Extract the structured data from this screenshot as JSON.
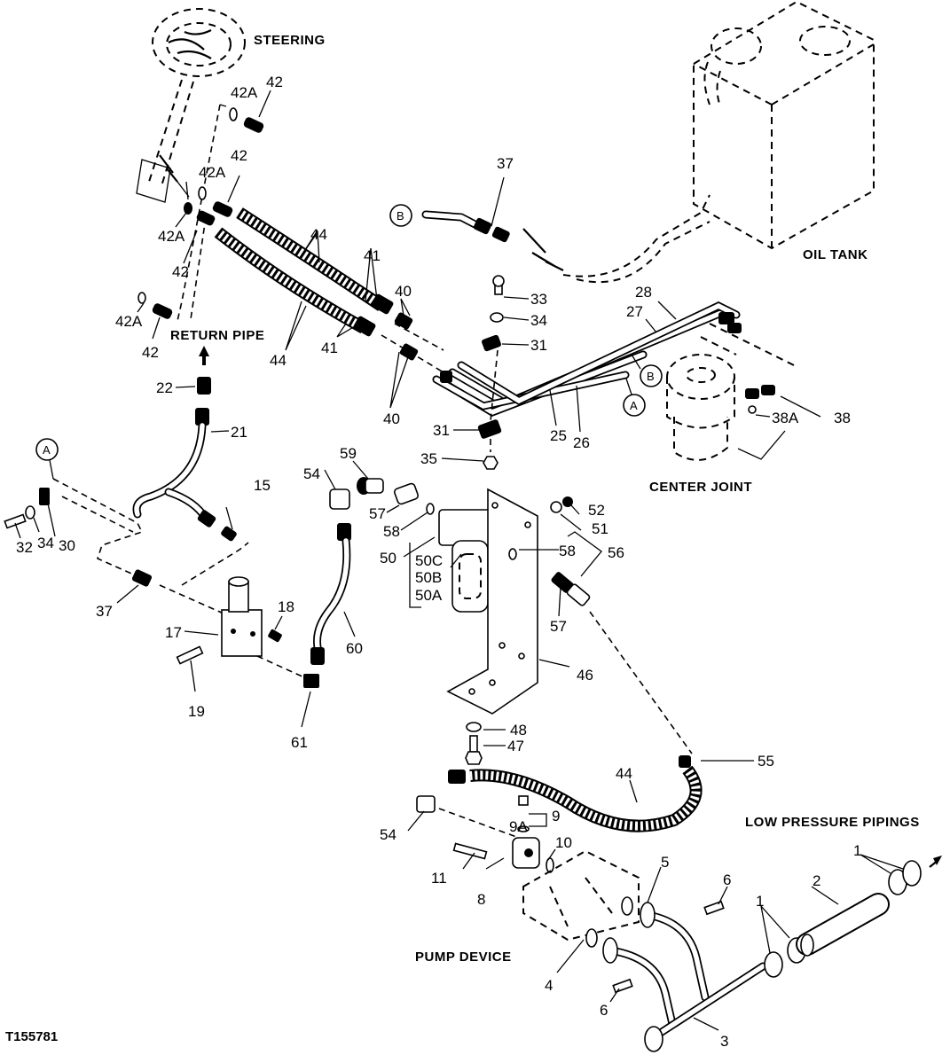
{
  "diagram": {
    "figure_id": "T155781",
    "section_labels": {
      "steering": "STEERING",
      "oil_tank": "OIL TANK",
      "return_pipe": "RETURN PIPE",
      "center_joint": "CENTER JOINT",
      "pump_device": "PUMP DEVICE",
      "low_pressure_pipings": "LOW PRESSURE PIPINGS"
    },
    "connectors": {
      "a_left": "A",
      "a_right": "A",
      "b_top": "B",
      "b_right": "B"
    },
    "callouts": {
      "c42_top": "42",
      "c42a_top": "42A",
      "c42_mid": "42",
      "c42a_mid": "42A",
      "c42a_left": "42A",
      "c42_low": "42",
      "c42a_bottom": "42A",
      "c42_bottom": "42",
      "c44_top": "44",
      "c44_bottom": "44",
      "c41_top": "41",
      "c41_bottom": "41",
      "c40_top": "40",
      "c40_bottom": "40",
      "c37_top": "37",
      "c33": "33",
      "c34_top": "34",
      "c31_top": "31",
      "c31_bottom": "31",
      "c35": "35",
      "c28": "28",
      "c27": "27",
      "c25": "25",
      "c26": "26",
      "c38a": "38A",
      "c38": "38",
      "c22": "22",
      "c21": "21",
      "c15": "15",
      "c30": "30",
      "c34_left": "34",
      "c32": "32",
      "c37_left": "37",
      "c17": "17",
      "c18": "18",
      "c19": "19",
      "c61": "61",
      "c60": "60",
      "c54_top": "54",
      "c59": "59",
      "c57_top": "57",
      "c58_top": "58",
      "c50": "50",
      "c50c": "50C",
      "c50b": "50B",
      "c50a": "50A",
      "c52": "52",
      "c51": "51",
      "c58_right": "58",
      "c56": "56",
      "c57_right": "57",
      "c46": "46",
      "c48": "48",
      "c47": "47",
      "c55": "55",
      "c44_lower": "44",
      "c54_bottom": "54",
      "c9": "9",
      "c9a": "9A",
      "c10": "10",
      "c11": "11",
      "c8": "8",
      "c5": "5",
      "c6_top": "6",
      "c4": "4",
      "c6_bottom": "6",
      "c1_top": "1",
      "c2": "2",
      "c1_mid": "1",
      "c3": "3"
    }
  }
}
